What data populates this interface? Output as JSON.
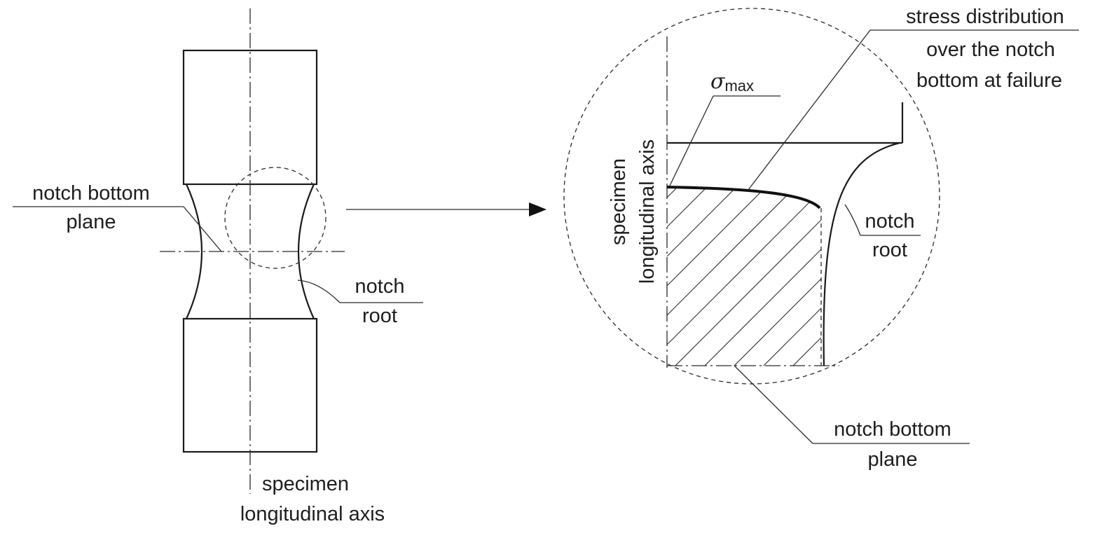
{
  "left_view": {
    "notch_bottom_plane_label": [
      "notch bottom",
      "plane"
    ],
    "notch_root_label": [
      "notch",
      "root"
    ],
    "axis_label": [
      "specimen",
      "longitudinal axis"
    ]
  },
  "detail_view": {
    "stress_distribution_label": [
      "stress distribution",
      "over the notch",
      "bottom at failure"
    ],
    "sigma_symbol": "σ",
    "sigma_subscript": "max",
    "axis_label": [
      "specimen",
      "longitudinal axis"
    ],
    "notch_root_label": [
      "notch",
      "root"
    ],
    "notch_bottom_plane_label": [
      "notch bottom",
      "plane"
    ]
  }
}
